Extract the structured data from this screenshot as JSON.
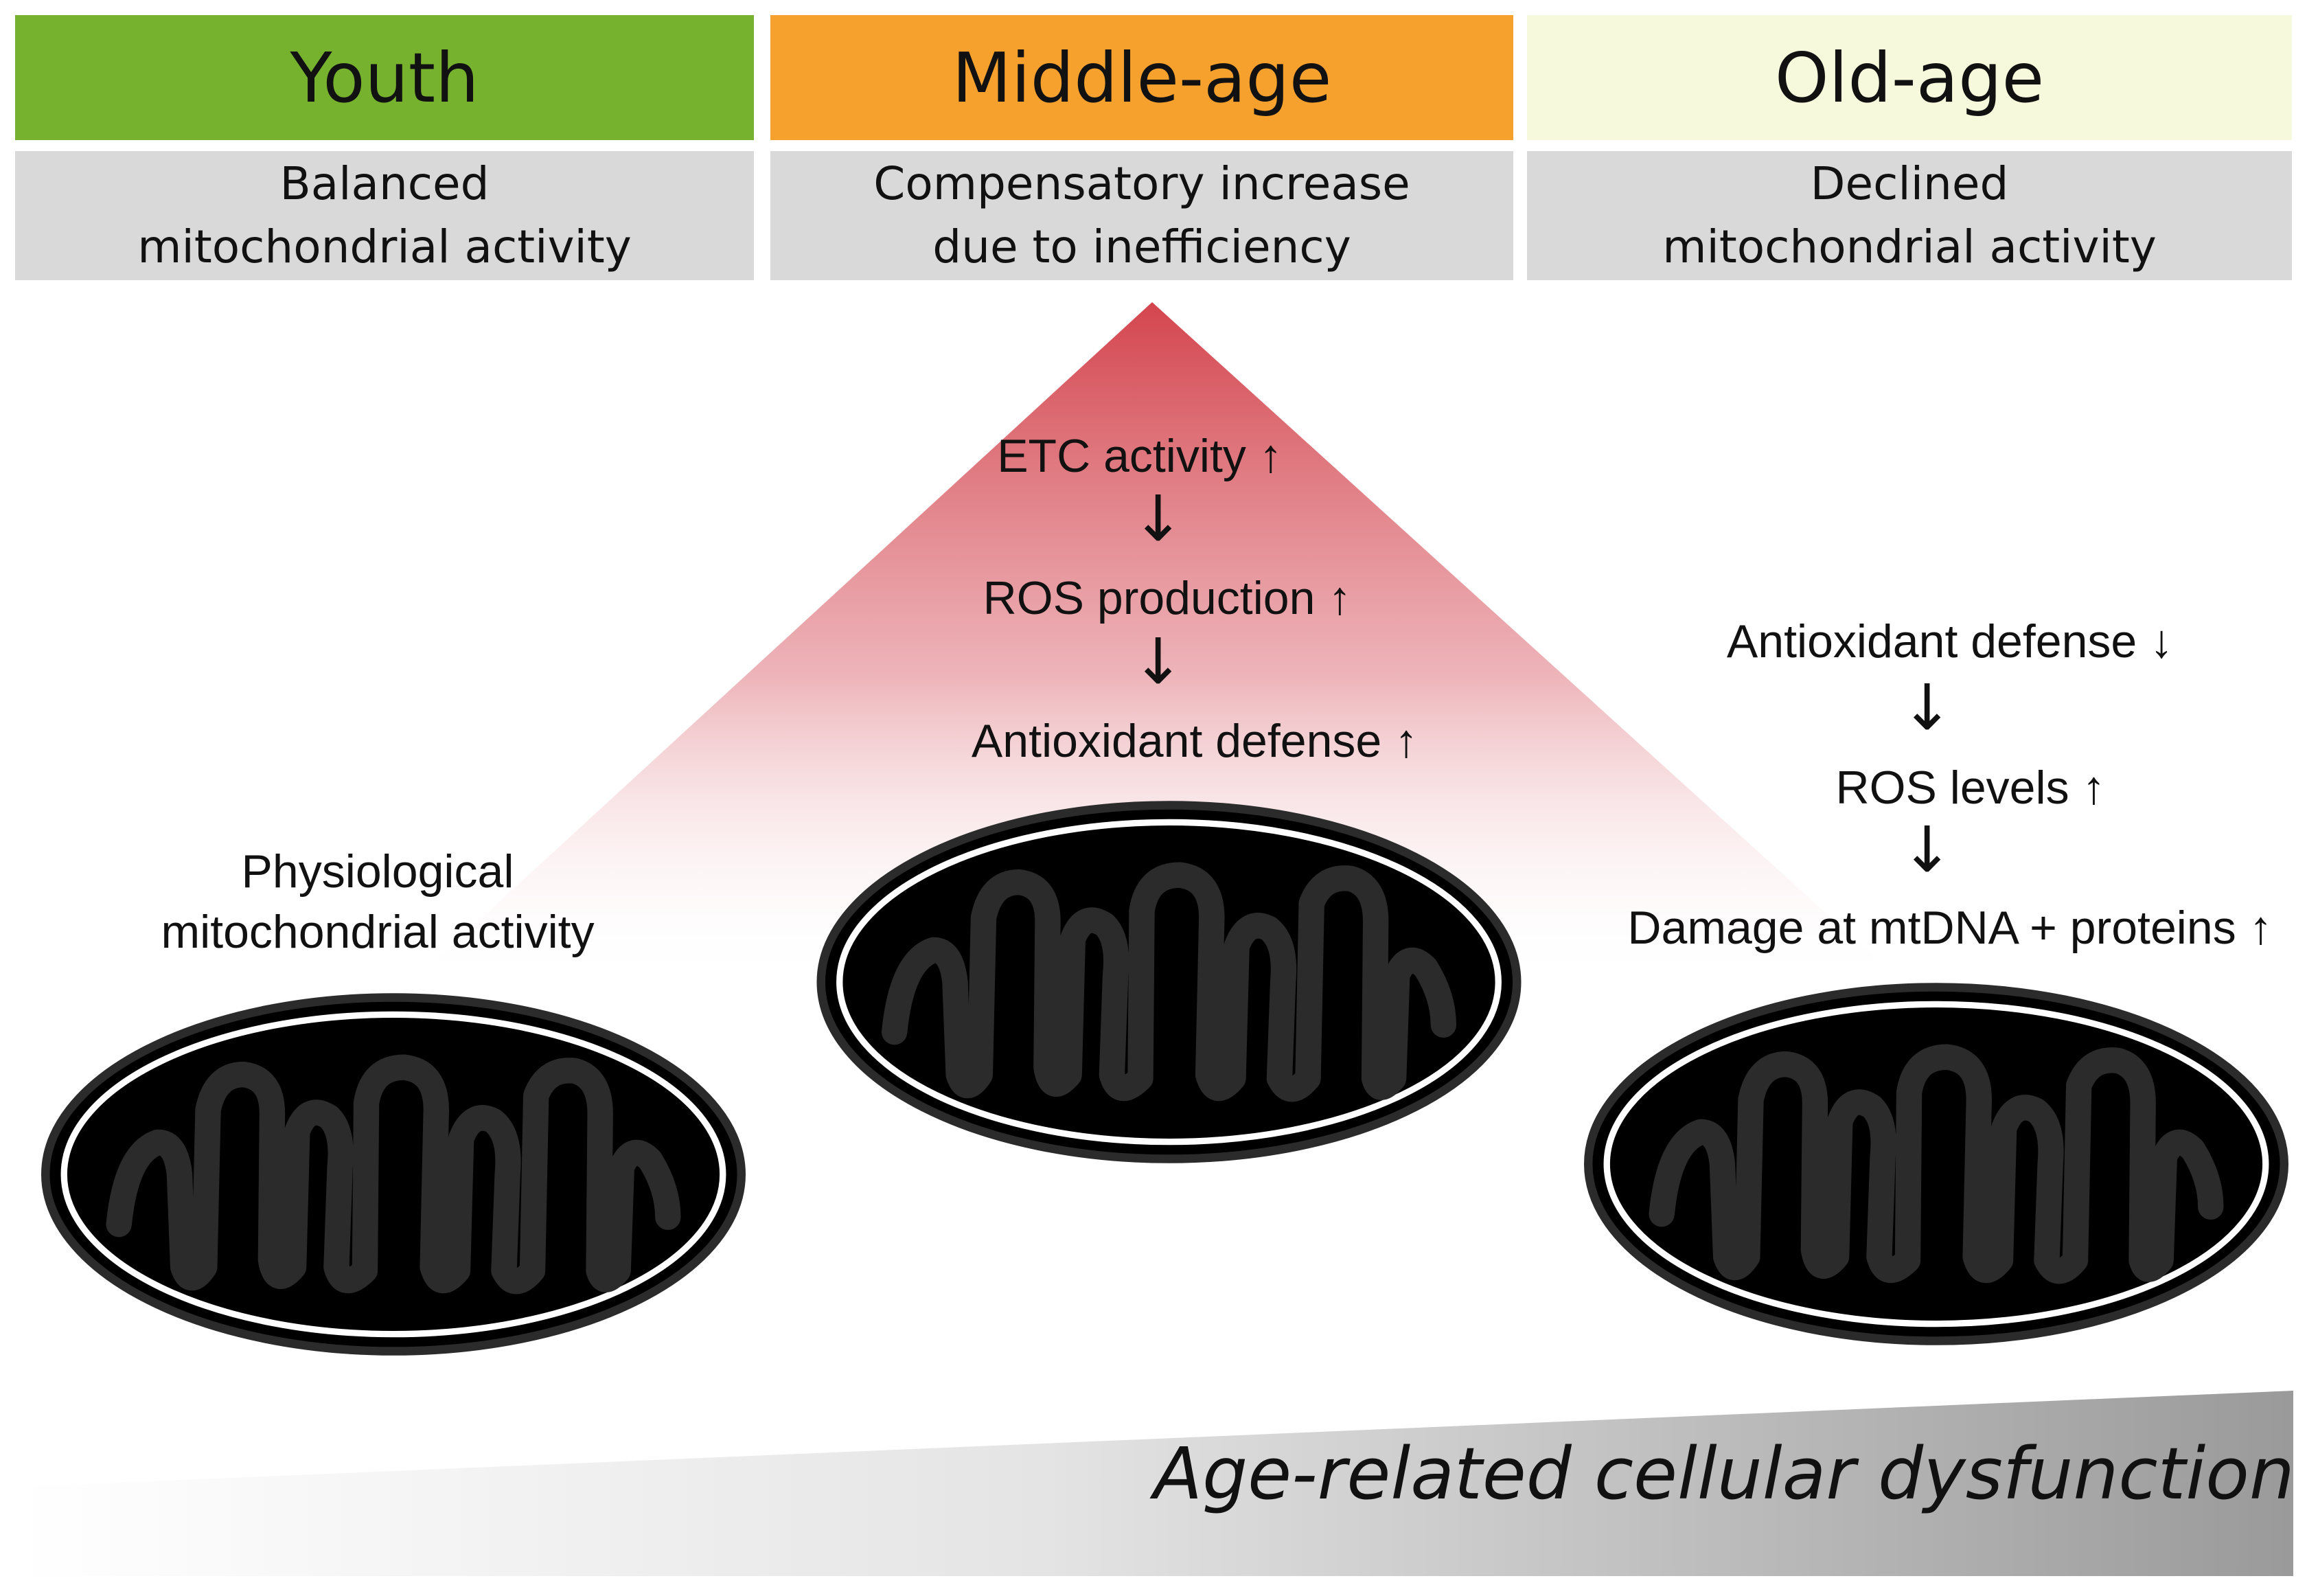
{
  "stages": [
    {
      "title": "Youth",
      "title_color": "#77b22f",
      "subtitle_lines": [
        "Balanced",
        "mitochondrial activity"
      ]
    },
    {
      "title": "Middle-age",
      "title_color": "#f6a12e",
      "subtitle_lines": [
        "Compensatory increase",
        "due to inefficiency"
      ]
    },
    {
      "title": "Old-age",
      "title_color": "#f7f9dc",
      "subtitle_lines": [
        "Declined",
        "mitochondrial activity"
      ]
    }
  ],
  "youth": {
    "label_lines": [
      "Physiological",
      "mitochondrial  activity"
    ]
  },
  "middle": {
    "steps": [
      "ETC activity ↑",
      "ROS production ↑",
      "Antioxidant  defense ↑"
    ]
  },
  "old": {
    "steps": [
      "Antioxidant  defense ↓",
      "ROS levels ↑",
      "Damage at mtDNA + proteins ↑"
    ]
  },
  "arrow_glyph": "↓",
  "bottom_label": "Age-related cellular dysfunction",
  "colors": {
    "subtitle_bg": "#d9d9d9",
    "triangle_top": "#d4454e",
    "youth_outer": "#c9e3bd",
    "youth_matrix": "#5cb54d",
    "youth_dark": "#3f8a35",
    "middle_outer": "#f59a3e",
    "middle_matrix": "#f06a4a",
    "middle_dark": "#e0522f",
    "old_outer": "#fbf57a",
    "old_matrix": "#fde7b3",
    "old_dark": "#f3d18e"
  }
}
